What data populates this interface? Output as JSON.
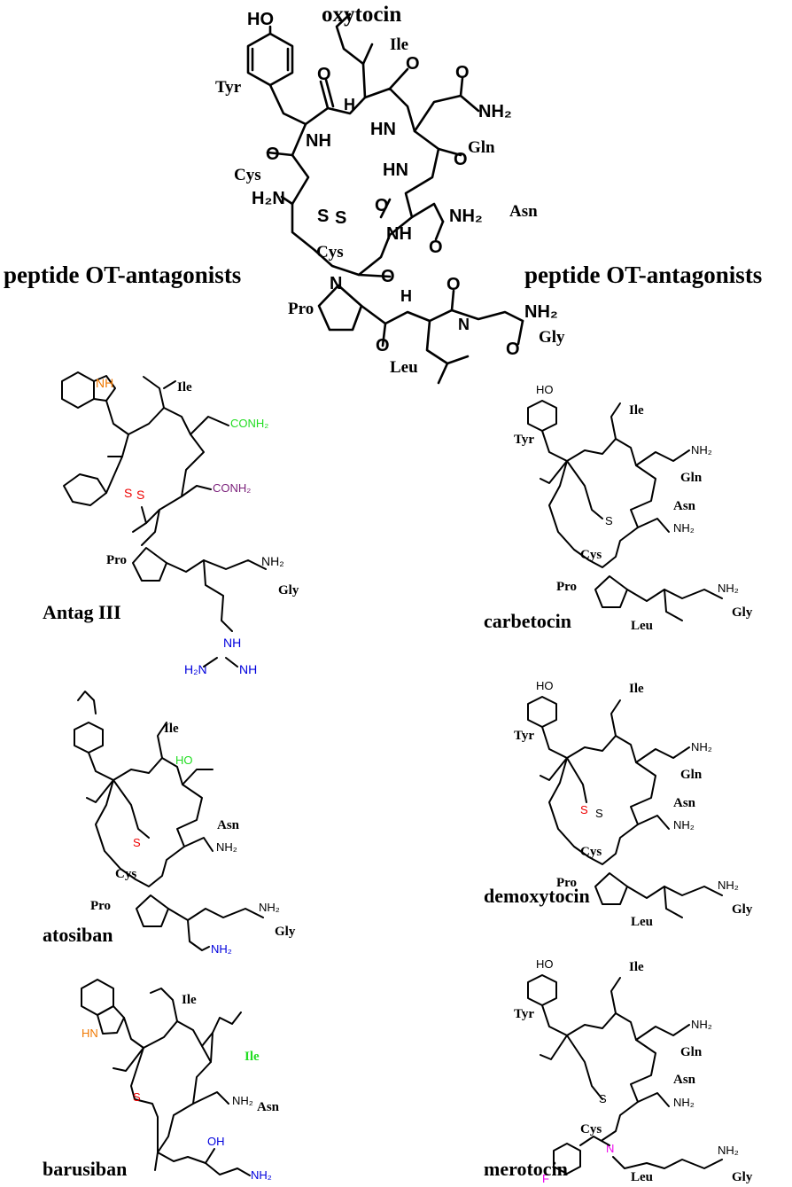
{
  "headers": {
    "top": "oxytocin",
    "left": "peptide OT-antagonists",
    "right": "peptide OT-antagonists"
  },
  "compounds": {
    "antag3": {
      "name": "Antag III",
      "side_chain_1": "CONH₂",
      "side_chain_2": "CONH₂"
    },
    "carbetocin": {
      "name": "carbetocin"
    },
    "atosiban": {
      "name": "atosiban"
    },
    "demoxytocin": {
      "name": "demoxytocin"
    },
    "barusiban": {
      "name": "barusiban"
    },
    "merotocin": {
      "name": "merotocin"
    }
  },
  "residues": {
    "tyr": "Tyr",
    "ile": "Ile",
    "gln": "Gln",
    "asn": "Asn",
    "cys": "Cys",
    "pro": "Pro",
    "leu": "Leu",
    "gly": "Gly"
  },
  "atoms": {
    "ho": "HO",
    "oh": "OH",
    "nh": "NH",
    "hn": "HN",
    "n": "N",
    "h": "H",
    "o": "O",
    "s": "S",
    "nh2": "NH₂",
    "h2n": "H₂N",
    "f": "F"
  },
  "colors": {
    "bond": "#000000",
    "orange": "#F07800",
    "green": "#22DD22",
    "purple": "#7A1F7A",
    "red": "#EE0000",
    "blue": "#0000DD",
    "magenta": "#EE00EE"
  }
}
